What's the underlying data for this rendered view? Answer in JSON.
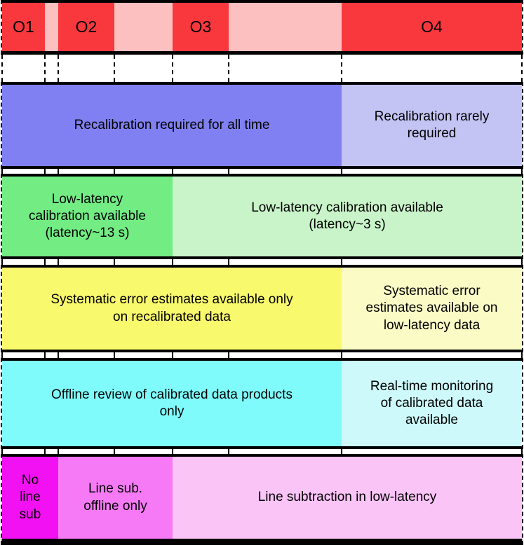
{
  "observing_runs": {
    "runs": [
      {
        "label": "O1"
      },
      {
        "label": "O2"
      },
      {
        "label": "O3"
      },
      {
        "label": "O4"
      }
    ]
  },
  "bands": [
    {
      "name": "recalibration",
      "segments": [
        {
          "label": "Recalibration required for all time",
          "shade": "strong"
        },
        {
          "label": "Recalibration rarely\nrequired",
          "shade": "light"
        }
      ]
    },
    {
      "name": "low-latency-calibration",
      "segments": [
        {
          "label": "Low-latency\ncalibration available\n(latency~13 s)",
          "shade": "strong"
        },
        {
          "label": "Low-latency calibration available\n(latency~3 s)",
          "shade": "light"
        }
      ]
    },
    {
      "name": "systematic-error-estimates",
      "segments": [
        {
          "label": "Systematic error estimates available only\non recalibrated data",
          "shade": "strong"
        },
        {
          "label": "Systematic error\nestimates available on\nlow-latency data",
          "shade": "light"
        }
      ]
    },
    {
      "name": "calibrated-data-review",
      "segments": [
        {
          "label": "Offline review of calibrated data products\nonly",
          "shade": "strong"
        },
        {
          "label": "Real-time monitoring\nof calibrated data\navailable",
          "shade": "light"
        }
      ]
    },
    {
      "name": "line-subtraction",
      "segments": [
        {
          "label": "No\nline\nsub",
          "shade": "strongest"
        },
        {
          "label": "Line sub.\noffline only",
          "shade": "strong"
        },
        {
          "label": "Line subtraction in low-latency",
          "shade": "light"
        }
      ]
    }
  ],
  "colors": {
    "run_active": "#f8383d",
    "run_break": "#fcc0c0",
    "recalibration_strong": "#8080f2",
    "recalibration_light": "#c3c3f4",
    "lowlatency_strong": "#72ec83",
    "lowlatency_light": "#c9f4c9",
    "systematic_strong": "#f9f96d",
    "systematic_light": "#fbfbc6",
    "review_strong": "#80fbfb",
    "review_light": "#cdf9fa",
    "linesub_none": "#f211f2",
    "linesub_offline": "#f67af6",
    "linesub_lowlatency": "#fac4f7",
    "border": "#000000"
  }
}
